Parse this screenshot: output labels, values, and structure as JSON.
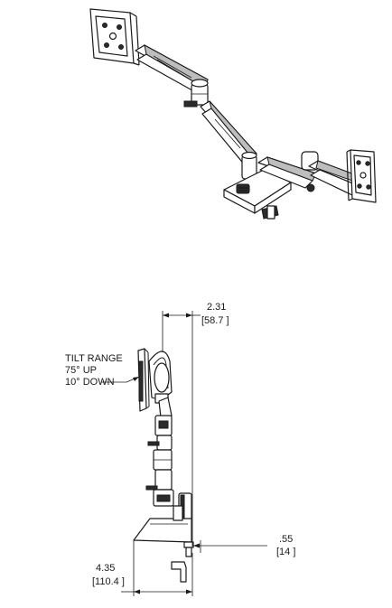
{
  "tilt_range": {
    "line1": "TILT RANGE",
    "line2": "75° UP",
    "line3": "10° DOWN"
  },
  "dimensions": {
    "width_top": {
      "imperial": "2.31",
      "metric": "[58.7 ]"
    },
    "offset_side": {
      "imperial": ".55",
      "metric": "[14 ]"
    },
    "depth_bottom": {
      "imperial": "4.35",
      "metric": "[110.4 ]"
    }
  }
}
